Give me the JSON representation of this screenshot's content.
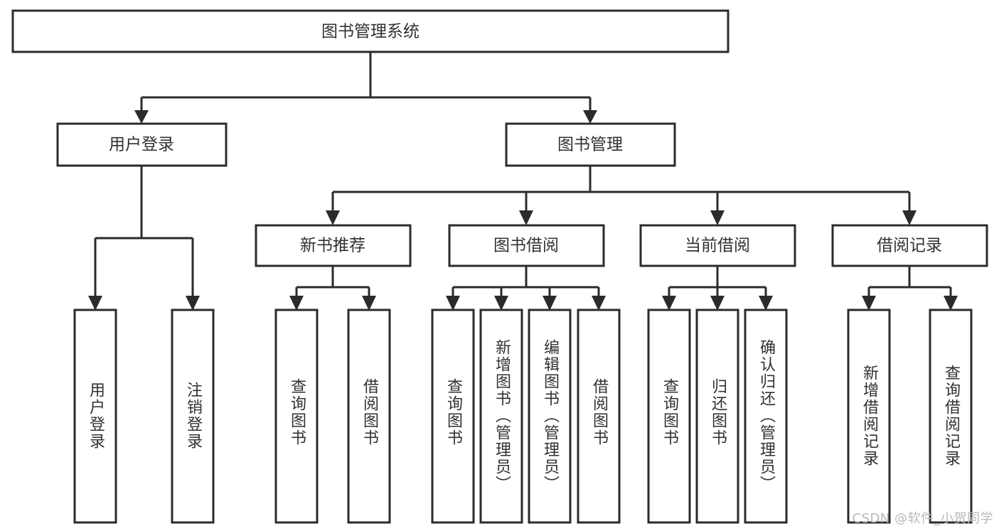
{
  "diagram": {
    "type": "tree",
    "title": "图书管理系统",
    "orientation": "top-down",
    "colors": {
      "box_fill": "#ffffff",
      "box_stroke": "#2b2b2b",
      "text": "#33312f",
      "watermark": "#b9b9b9"
    },
    "root": {
      "label": "图书管理系统"
    },
    "level2": [
      {
        "label": "用户登录"
      },
      {
        "label": "图书管理"
      }
    ],
    "level3": [
      {
        "label": "新书推荐"
      },
      {
        "label": "图书借阅"
      },
      {
        "label": "当前借阅"
      },
      {
        "label": "借阅记录"
      }
    ],
    "leaves": {
      "user_login": [
        {
          "label": "用户登录"
        },
        {
          "label": "注销登录"
        }
      ],
      "new_book_recommend": [
        {
          "label": "查询图书"
        },
        {
          "label": "借阅图书"
        }
      ],
      "book_borrow": [
        {
          "label": "查询图书"
        },
        {
          "label": "新增图书（管理员）"
        },
        {
          "label": "编辑图书（管理员）"
        },
        {
          "label": "借阅图书"
        }
      ],
      "current_borrow": [
        {
          "label": "查询图书"
        },
        {
          "label": "归还图书"
        },
        {
          "label": "确认归还（管理员）"
        }
      ],
      "borrow_record": [
        {
          "label": "新增借阅记录"
        },
        {
          "label": "查询借阅记录"
        }
      ]
    }
  },
  "watermark": {
    "text": "CSDN @软件_小贺同学"
  }
}
